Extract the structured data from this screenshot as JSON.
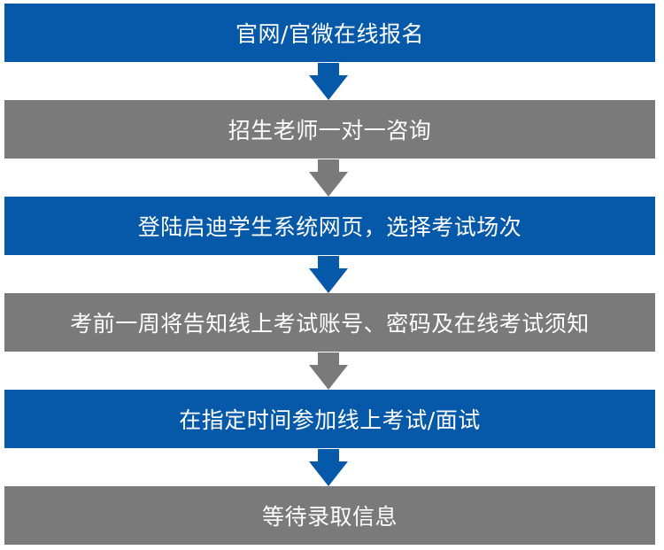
{
  "colors": {
    "blue": "#0658a8",
    "gray": "#7a7a7a",
    "text": "#ffffff"
  },
  "steps": [
    {
      "label": "官网/官微在线报名",
      "color": "blue"
    },
    {
      "label": "招生老师一对一咨询",
      "color": "gray"
    },
    {
      "label": "登陆启迪学生系统网页，选择考试场次",
      "color": "blue"
    },
    {
      "label": "考前一周将告知线上考试账号、密码及在线考试须知",
      "color": "gray"
    },
    {
      "label": "在指定时间参加线上考试/面试",
      "color": "blue"
    },
    {
      "label": "等待录取信息",
      "color": "gray"
    }
  ],
  "connectors": [
    {
      "icon": "down-arrow-icon",
      "color": "blue"
    },
    {
      "icon": "down-arrow-icon",
      "color": "gray"
    },
    {
      "icon": "down-arrow-icon",
      "color": "blue"
    },
    {
      "icon": "down-arrow-icon",
      "color": "gray"
    },
    {
      "icon": "down-arrow-icon",
      "color": "blue"
    }
  ]
}
